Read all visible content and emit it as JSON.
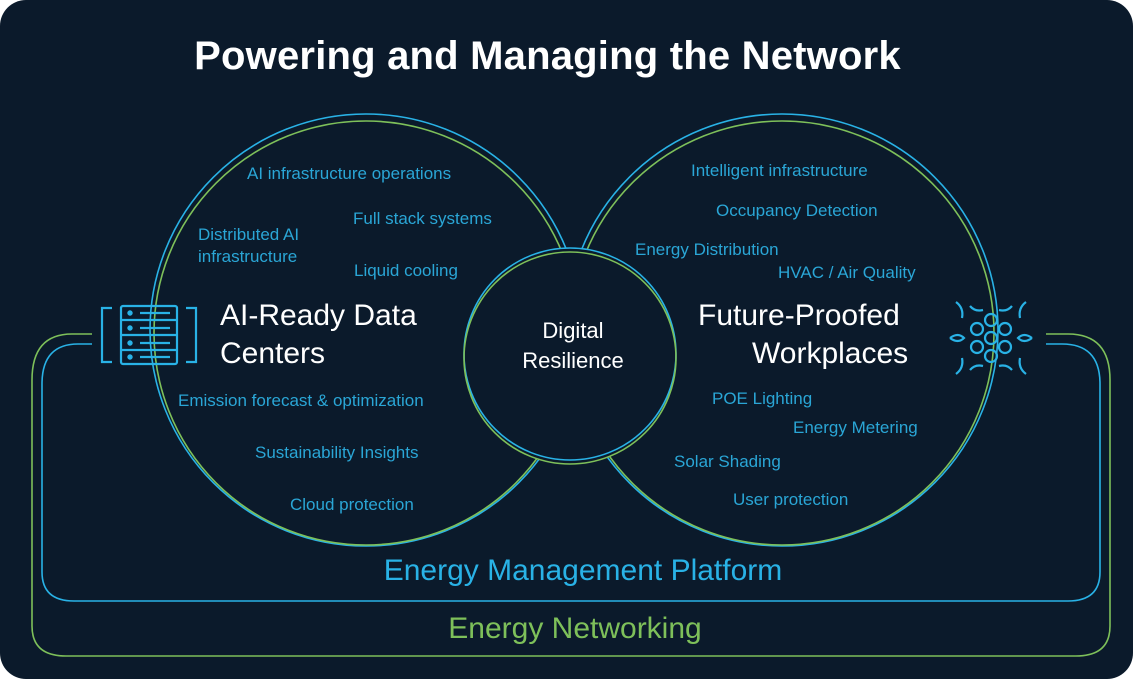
{
  "title": "Powering and Managing the Network",
  "colors": {
    "background": "#0b1a2b",
    "blue": "#29b2e6",
    "green": "#7ec05a",
    "label_blue": "#2aa6d6",
    "white": "#ffffff"
  },
  "left_circle": {
    "heading_line1": "AI-Ready Data",
    "heading_line2": "Centers",
    "icon": "server-rack-icon",
    "items": {
      "ai_ops": "AI infrastructure operations",
      "full_stack": "Full stack systems",
      "distributed_line1": "Distributed AI",
      "distributed_line2": "infrastructure",
      "liquid": "Liquid  cooling",
      "emission": "Emission forecast  & optimization",
      "sustainability": "Sustainability Insights",
      "cloud": "Cloud protection"
    }
  },
  "center_circle": {
    "line1": "Digital",
    "line2": "Resilience"
  },
  "right_circle": {
    "heading_line1": "Future-Proofed",
    "heading_line2": "Workplaces",
    "icon": "sensor-network-icon",
    "items": {
      "intelligent": "Intelligent infrastructure",
      "occupancy": "Occupancy Detection",
      "energy_dist": "Energy Distribution",
      "hvac": "HVAC / Air Quality",
      "poe": "POE Lighting",
      "metering": "Energy Metering",
      "solar": "Solar Shading",
      "user": "User protection"
    }
  },
  "platform_label": "Energy Management Platform",
  "networking_label": "Energy Networking"
}
